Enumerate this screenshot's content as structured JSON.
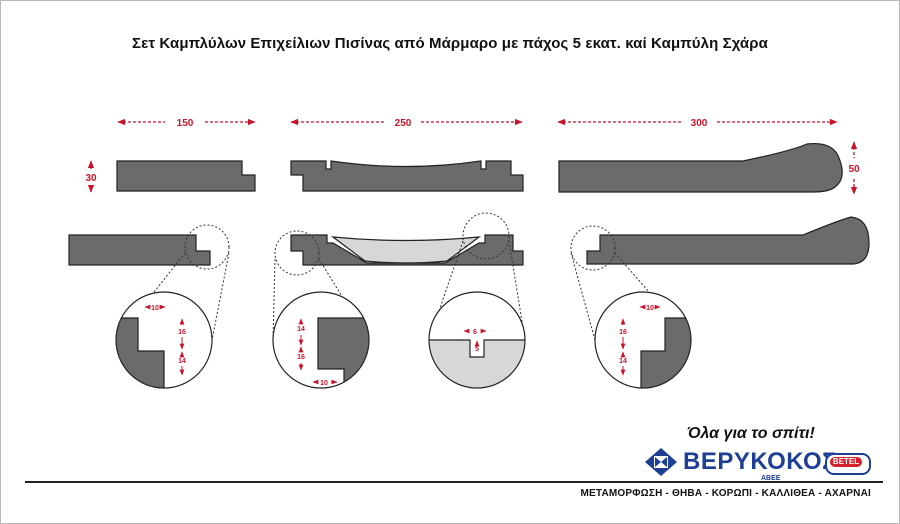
{
  "title": "Σετ Καμπλύλων Επιχείλιων Πισίνας από Μάρμαρο με πάχος 5 εκατ. καί Καμπύλη Σχάρα",
  "dimensions": {
    "width_150": "150",
    "width_250": "250",
    "width_300": "300",
    "height_30": "30",
    "height_50": "50"
  },
  "details": {
    "d1": {
      "top": "10",
      "mid": "16",
      "bottom": "14"
    },
    "d2": {
      "top": "14",
      "mid": "16",
      "bottom": "10"
    },
    "d3": {
      "width": "6",
      "depth": "5"
    },
    "d4": {
      "top": "10",
      "mid": "16",
      "bottom": "14"
    }
  },
  "brand": {
    "slogan": "Όλα για το σπίτι!",
    "name": "ΒΕΡΥΚΟΚΟΣ",
    "suffix": "ABEE",
    "partner": "BETEL",
    "locations": "ΜΕΤΑΜΟΡΦΩΣΗ - ΘΗΒΑ - ΚΟΡΩΠΙ - ΚΑΛΛΙΘΕΑ - ΑΧΑΡΝΑΙ"
  },
  "colors": {
    "marble": "#6b6b6b",
    "grate": "#d7d7d7",
    "dimension": "#c8142b",
    "brand_blue": "#1f3f95"
  }
}
